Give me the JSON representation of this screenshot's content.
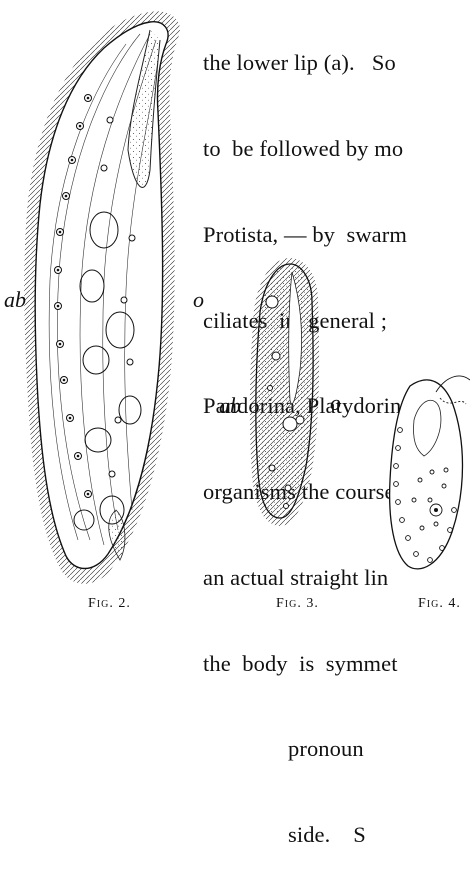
{
  "text": {
    "lines": [
      "the lower lip (a).   So",
      "to  be followed by mo",
      "Protista, — by  swarm",
      "ciliates  in  general ;",
      "Pandorina, Platydorin",
      "organisms the course",
      "an actual straight lin",
      "the  body  is  symmet",
      "pronoun",
      "side.    S"
    ]
  },
  "figures": {
    "fig2": {
      "caption": "Fig. 2.",
      "label_left": "ab",
      "label_right": "o"
    },
    "fig3": {
      "caption": "Fig. 3.",
      "label_left": "ab",
      "label_right": "o"
    },
    "fig4": {
      "caption": "Fig. 4."
    }
  }
}
